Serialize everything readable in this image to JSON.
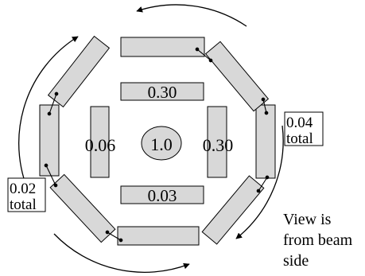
{
  "labels": {
    "center": "1.0",
    "top": "0.30",
    "left": "0.06",
    "right": "0.30",
    "bottom": "0.03",
    "box_right_value": "0.04",
    "box_right_total": "total",
    "box_left_value": "0.02",
    "box_left_total": "total",
    "caption_line1": "View is",
    "caption_line2": "from beam",
    "caption_line3": "side"
  },
  "colors": {
    "block_fill": "#d8d8d8",
    "stroke": "#000000",
    "background": "#ffffff"
  }
}
